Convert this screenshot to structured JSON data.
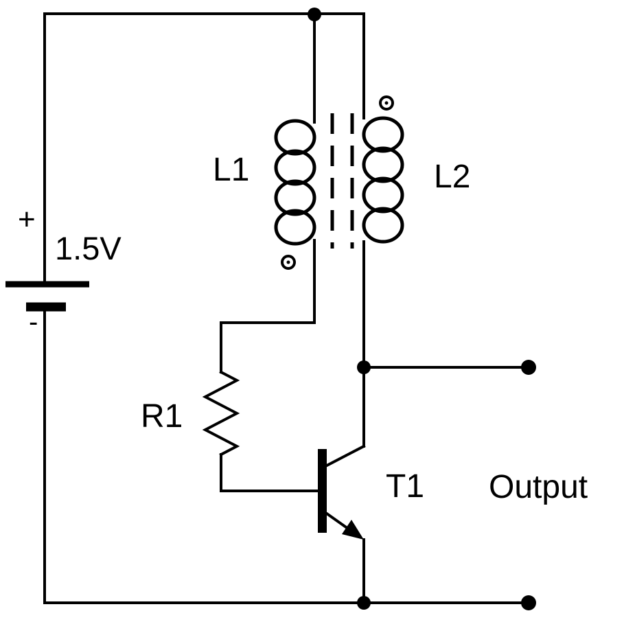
{
  "diagram": {
    "type": "circuit-schematic",
    "background_color": "#ffffff",
    "line_color": "#000000"
  },
  "labels": {
    "battery_plus": "+",
    "battery_voltage": "1.5V",
    "battery_minus": "-",
    "inductor_primary": "L1",
    "inductor_secondary": "L2",
    "resistor": "R1",
    "transistor": "T1",
    "output": "Output"
  },
  "components": {
    "battery": {
      "label": "1.5V"
    },
    "transformer_primary": {
      "label": "L1"
    },
    "transformer_secondary": {
      "label": "L2"
    },
    "resistor": {
      "label": "R1"
    },
    "transistor": {
      "label": "T1"
    },
    "output_port": {
      "label": "Output"
    }
  }
}
